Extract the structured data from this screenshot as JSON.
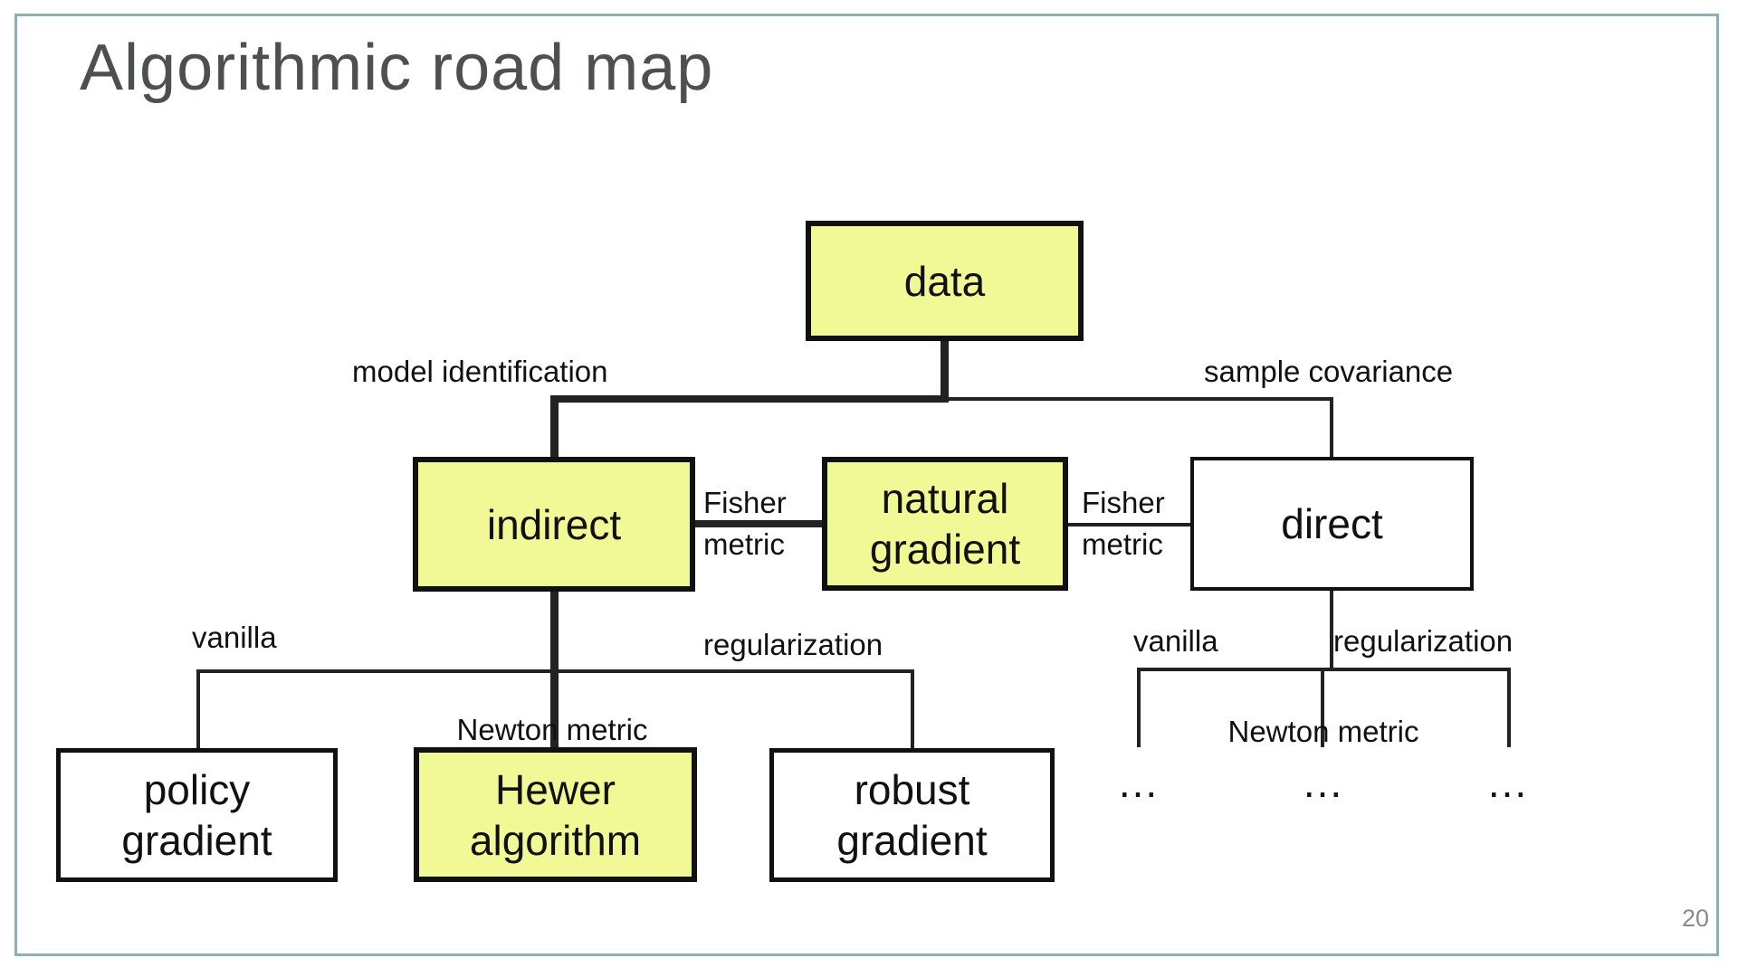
{
  "slide": {
    "title": "Algorithmic road map",
    "page_number": "20",
    "accent_color": "#F1F997",
    "frame_color": "#8EAFB4"
  },
  "diagram": {
    "nodes": {
      "data": {
        "label": "data",
        "highlighted": true
      },
      "indirect": {
        "label": "indirect",
        "highlighted": true
      },
      "natural_gradient": {
        "label": "natural\ngradient",
        "highlighted": true
      },
      "direct": {
        "label": "direct",
        "highlighted": false
      },
      "policy_gradient": {
        "label": "policy\ngradient",
        "highlighted": false
      },
      "hewer_algorithm": {
        "label": "Hewer\nalgorithm",
        "highlighted": true
      },
      "robust_gradient": {
        "label": "robust\ngradient",
        "highlighted": false
      },
      "leaf_vanilla_direct": {
        "label": "..."
      },
      "leaf_newton_direct": {
        "label": "..."
      },
      "leaf_regularization_direct": {
        "label": "..."
      }
    },
    "edge_labels": {
      "model_identification": "model identification",
      "sample_covariance": "sample covariance",
      "fisher_metric_left": "Fisher\nmetric",
      "fisher_metric_right": "Fisher\nmetric",
      "vanilla_left": "vanilla",
      "regularization_left": "regularization",
      "newton_metric_left": "Newton metric",
      "vanilla_right": "vanilla",
      "regularization_right": "regularization",
      "newton_metric_right": "Newton metric"
    }
  }
}
